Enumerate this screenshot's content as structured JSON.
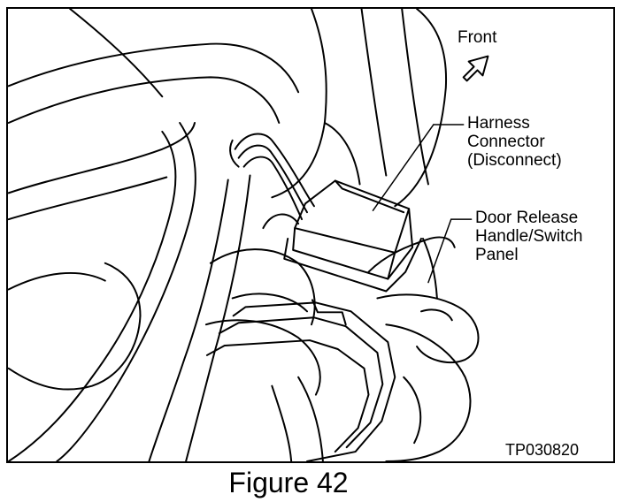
{
  "figure": {
    "caption": "Figure 42",
    "labels": {
      "front": "Front",
      "harness": "Harness\nConnector\n(Disconnect)",
      "door_release": "Door Release\nHandle/Switch\nPanel",
      "code": "TP030820"
    },
    "icons": {
      "direction_arrow": "arrow-up-right-icon"
    },
    "colors": {
      "line": "#000000",
      "background": "#ffffff"
    }
  }
}
